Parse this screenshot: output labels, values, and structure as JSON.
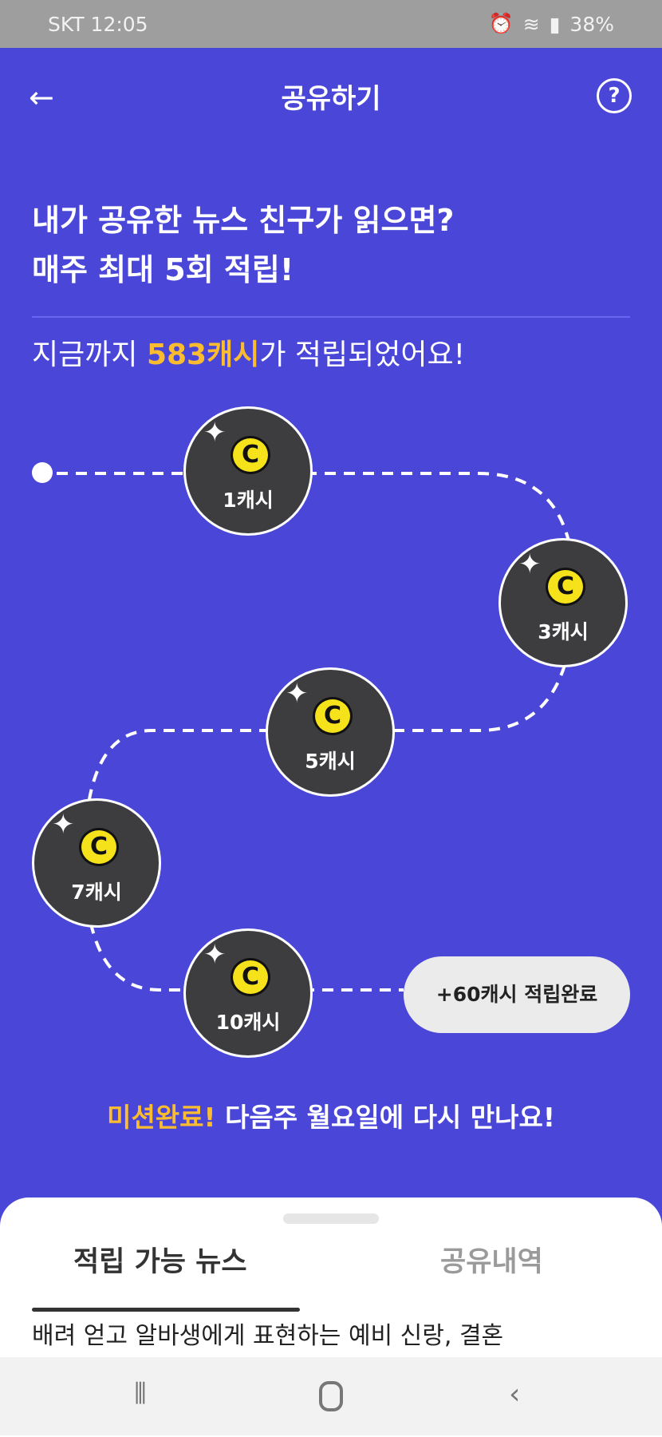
{
  "status": {
    "carrier_time": "SKT 12:05",
    "battery": "38%"
  },
  "header": {
    "title": "공유하기",
    "back_icon": "←",
    "help_icon": "?"
  },
  "headline": {
    "line1": "내가 공유한 뉴스 친구가 읽으면?",
    "line2": "매주 최대 5회 적립!"
  },
  "total": {
    "prefix": "지금까지 ",
    "amount": "583캐시",
    "suffix": "가 적립되었어요!"
  },
  "steps": [
    {
      "label": "1캐시"
    },
    {
      "label": "3캐시"
    },
    {
      "label": "5캐시"
    },
    {
      "label": "7캐시"
    },
    {
      "label": "10캐시"
    }
  ],
  "completed_badge": "+60캐시 적립완료",
  "mission": {
    "highlight": "미션완료!",
    "text": " 다음주 월요일에 다시 만나요!"
  },
  "tabs": [
    {
      "label": "적립 가능 뉴스",
      "active": true
    },
    {
      "label": "공유내역",
      "active": false
    }
  ],
  "news_preview": "배려 얻고 알바생에게 표현하는 예비 신랑, 결혼",
  "colors": {
    "background": "#4a46d8",
    "accent": "#fbbd2f"
  }
}
